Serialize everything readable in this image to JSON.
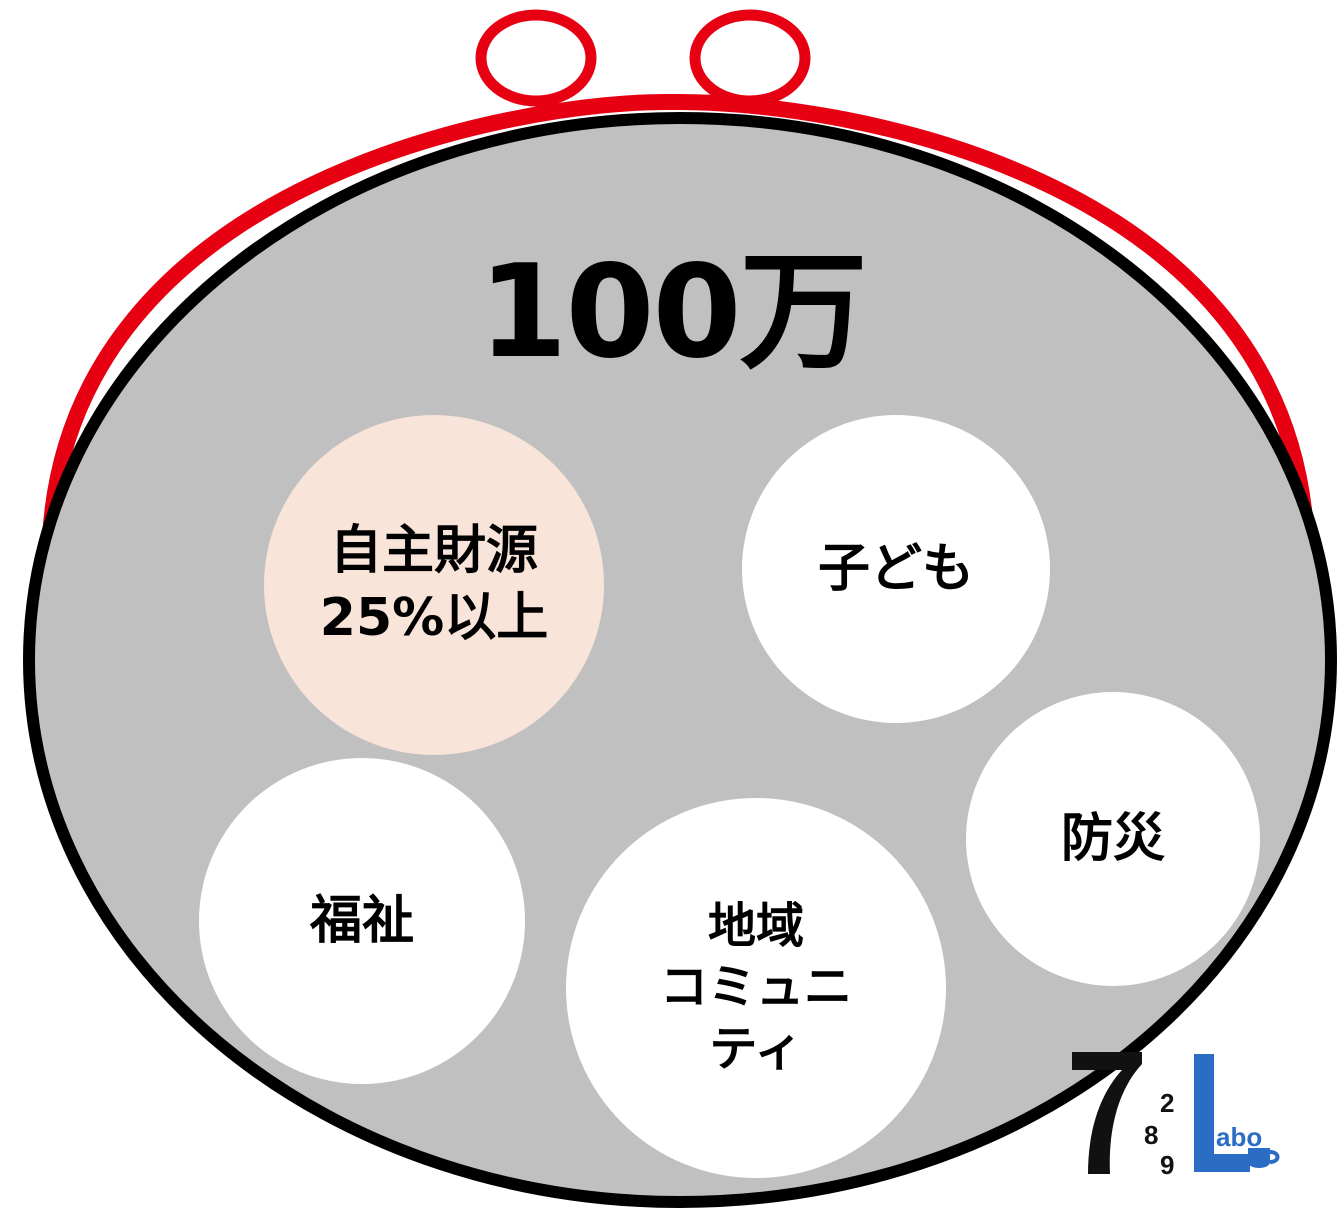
{
  "purse": {
    "total_label": "100万",
    "colors": {
      "body": "#c0c0c0",
      "outline": "#000000",
      "clasp": "#e60012"
    }
  },
  "bubbles": [
    {
      "id": "own-revenue",
      "label": "自主財源\n25%以上",
      "color": "#f8e4d8"
    },
    {
      "id": "children",
      "label": "子ども",
      "color": "#ffffff"
    },
    {
      "id": "disaster",
      "label": "防災",
      "color": "#ffffff"
    },
    {
      "id": "welfare",
      "label": "福祉",
      "color": "#ffffff"
    },
    {
      "id": "community",
      "label": "地域\nコミュニ\nティ",
      "color": "#ffffff"
    }
  ],
  "logo": {
    "digits": [
      "2",
      "8",
      "9"
    ],
    "text": "abo",
    "colors": {
      "seven": "#111111",
      "l": "#2b6cc4"
    },
    "icons": [
      "seven-glyph-icon",
      "letter-l-icon",
      "cup-icon"
    ]
  }
}
